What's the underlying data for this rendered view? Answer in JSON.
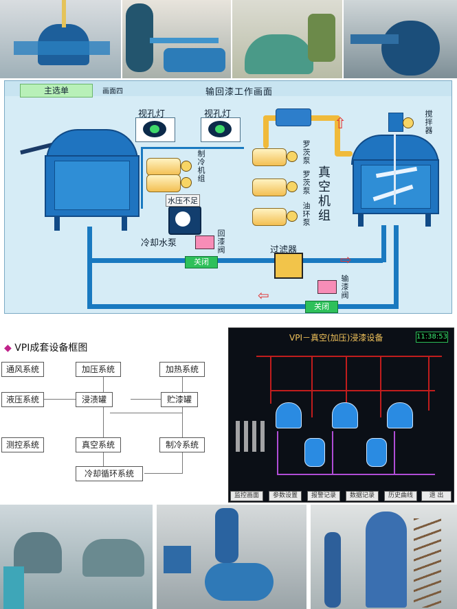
{
  "scada": {
    "main_menu": "主选单",
    "screen_no": "画面四",
    "title": "输回漆工作画面",
    "sight_glass_1": "视孔灯",
    "sight_glass_2": "视孔灯",
    "refrigeration_unit": "制冷机组",
    "roots_pump_1": "罗茨泵",
    "roots_pump_2": "罗茨泵",
    "oil_ring_pump": "油环泵",
    "vacuum_unit": "真空机组",
    "low_water_pressure": "水压不足",
    "cooling_pump": "冷却水泵",
    "return_valve": "回漆阀",
    "filter": "过滤器",
    "delivery_valve": "输漆阀",
    "valve_closed_1": "关闭",
    "valve_closed_2": "关闭",
    "agitator": "搅拌器"
  },
  "diagram": {
    "title": "VPI成套设备框图",
    "boxes": {
      "ventilation": "通风系统",
      "pressurizing": "加压系统",
      "heating": "加热系统",
      "hydraulic": "液压系统",
      "impregnation_tank": "浸渍罐",
      "storage_tank": "贮漆罐",
      "measurement": "测控系统",
      "vacuum": "真空系统",
      "refrigeration": "制冷系统",
      "cooling_circulation": "冷却循环系统"
    }
  },
  "monitor": {
    "title": "VPI－真空(加压)浸漆设备",
    "clock": "11:38:53",
    "buttons": [
      "监控画面",
      "参数设置",
      "报警记录",
      "数据记录",
      "历史曲线",
      "退  出"
    ]
  }
}
